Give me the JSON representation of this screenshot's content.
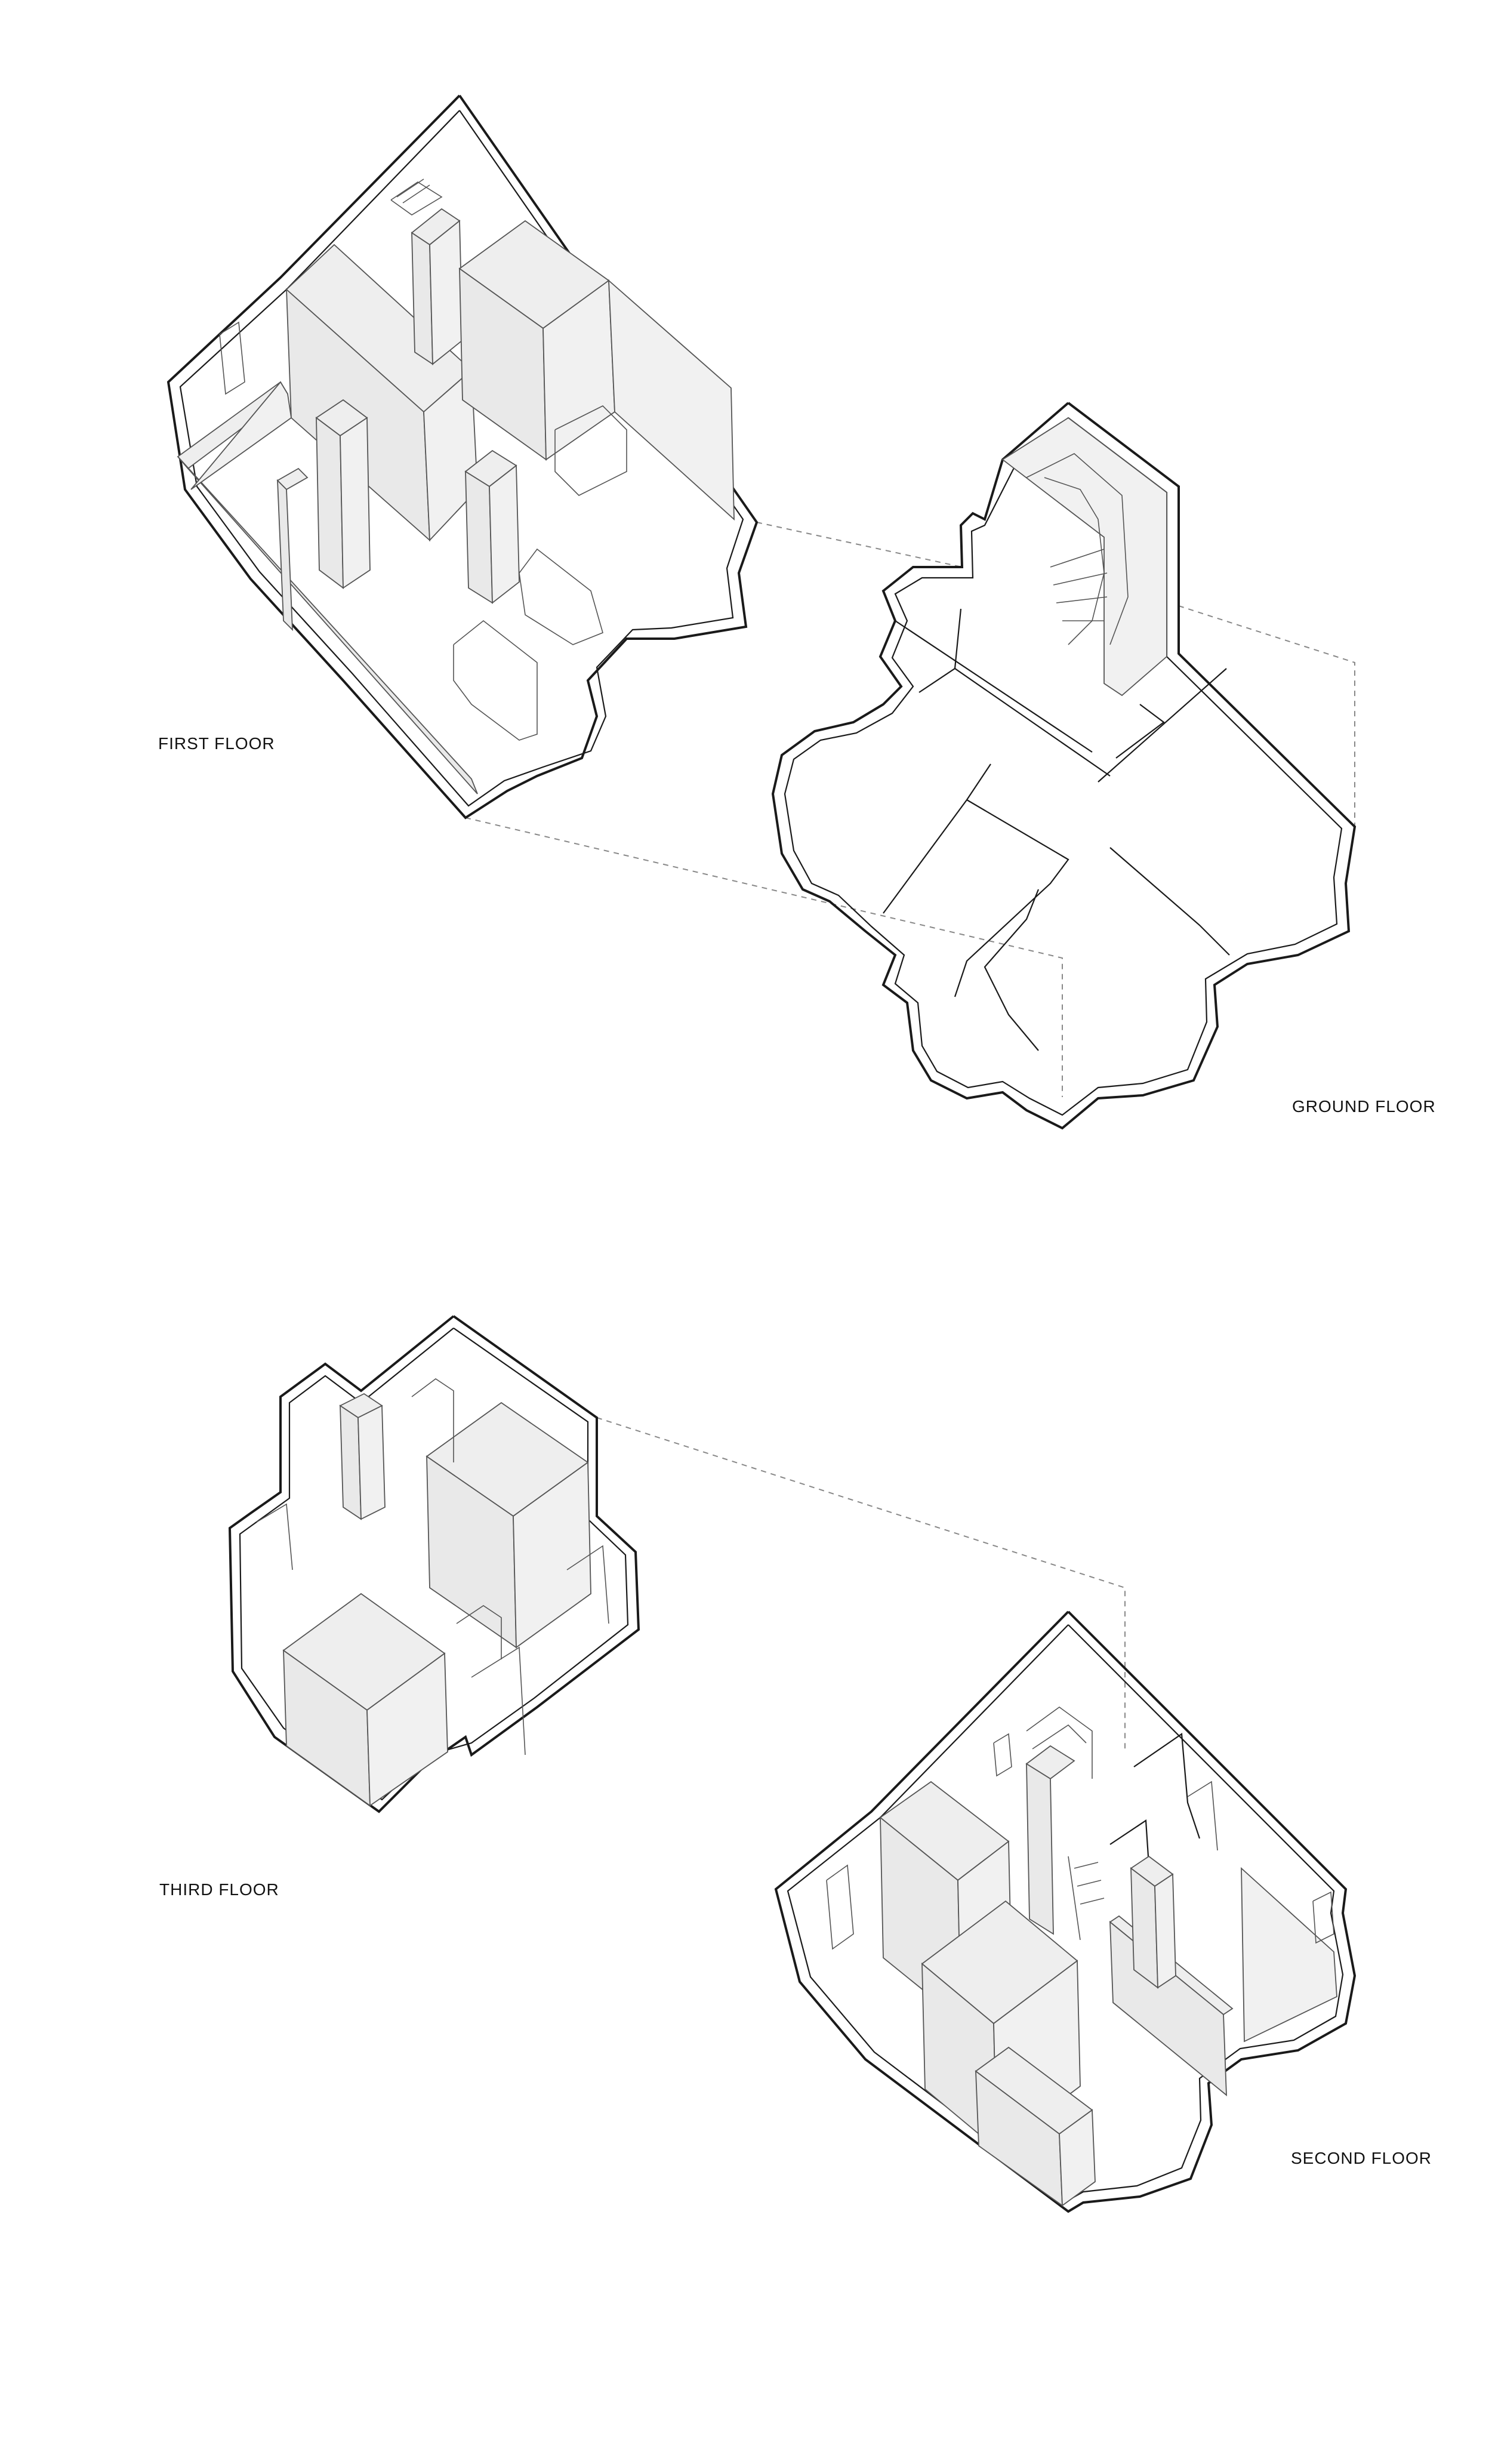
{
  "labels": {
    "first_floor": "FIRST FLOOR",
    "ground_floor": "GROUND FLOOR",
    "third_floor": "THIRD FLOOR",
    "second_floor": "SECOND FLOOR"
  }
}
